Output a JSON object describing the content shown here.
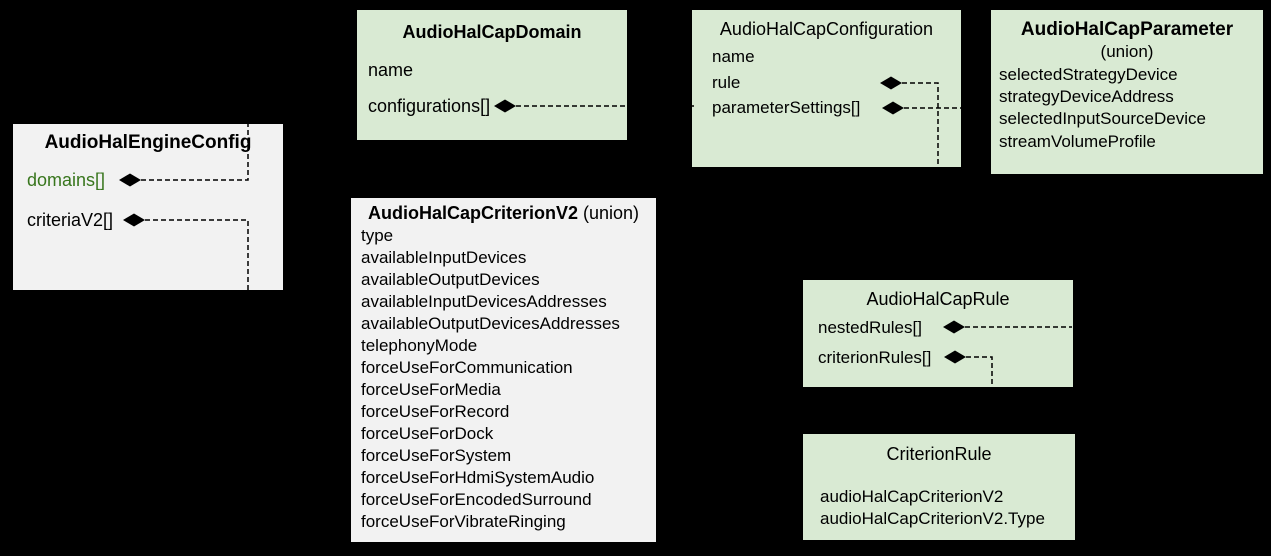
{
  "diagram": {
    "kind": "class-composition-diagram",
    "background": "#000000"
  },
  "colors": {
    "green_fill": "#d9ead3",
    "gray_fill": "#f2f2f2",
    "text": "#000000",
    "green_text": "#38761d",
    "line": "#000000"
  },
  "icons": {
    "composition_diamond": "◆"
  },
  "boxes": [
    {
      "id": "engine_config",
      "title": "AudioHalEngineConfig",
      "fields": [
        {
          "label": "domains[]",
          "diamond": true,
          "green": true
        },
        {
          "label": "criteriaV2[]",
          "diamond": true
        }
      ]
    },
    {
      "id": "cap_domain",
      "title": "AudioHalCapDomain",
      "fields": [
        {
          "label": "name"
        },
        {
          "label": "configurations[]",
          "diamond": true
        }
      ]
    },
    {
      "id": "cap_configuration",
      "title": "AudioHalCapConfiguration",
      "fields": [
        {
          "label": "name"
        },
        {
          "label": "rule",
          "diamond": true
        },
        {
          "label": "parameterSettings[]",
          "diamond": true
        }
      ]
    },
    {
      "id": "cap_parameter",
      "title": "AudioHalCapParameter",
      "subtitle": "(union)",
      "fields": [
        {
          "label": "selectedStrategyDevice"
        },
        {
          "label": "strategyDeviceAddress"
        },
        {
          "label": "selectedInputSourceDevice"
        },
        {
          "label": "streamVolumeProfile"
        }
      ]
    },
    {
      "id": "cap_criterion_v2",
      "title": "AudioHalCapCriterionV2",
      "title_suffix": " (union)",
      "fields": [
        {
          "label": "type"
        },
        {
          "label": "availableInputDevices"
        },
        {
          "label": "availableOutputDevices"
        },
        {
          "label": "availableInputDevicesAddresses"
        },
        {
          "label": "availableOutputDevicesAddresses"
        },
        {
          "label": "telephonyMode"
        },
        {
          "label": "forceUseForCommunication"
        },
        {
          "label": "forceUseForMedia"
        },
        {
          "label": "forceUseForRecord"
        },
        {
          "label": "forceUseForDock"
        },
        {
          "label": "forceUseForSystem"
        },
        {
          "label": "forceUseForHdmiSystemAudio"
        },
        {
          "label": "forceUseForEncodedSurround"
        },
        {
          "label": "forceUseForVibrateRinging"
        }
      ]
    },
    {
      "id": "cap_rule",
      "title": "AudioHalCapRule",
      "fields": [
        {
          "label": "nestedRules[]",
          "diamond": true
        },
        {
          "label": "criterionRules[]",
          "diamond": true
        }
      ]
    },
    {
      "id": "criterion_rule",
      "title": "CriterionRule",
      "fields": [
        {
          "label": "audioHalCapCriterionV2"
        },
        {
          "label": "audioHalCapCriterionV2.Type"
        }
      ]
    }
  ],
  "relationships": [
    {
      "from": "AudioHalEngineConfig.domains[]",
      "to": "AudioHalCapDomain",
      "type": "composition"
    },
    {
      "from": "AudioHalEngineConfig.criteriaV2[]",
      "to": "AudioHalCapCriterionV2",
      "type": "composition"
    },
    {
      "from": "AudioHalCapDomain.configurations[]",
      "to": "AudioHalCapConfiguration",
      "type": "composition"
    },
    {
      "from": "AudioHalCapConfiguration.rule",
      "to": "AudioHalCapRule",
      "type": "composition"
    },
    {
      "from": "AudioHalCapConfiguration.parameterSettings[]",
      "to": "AudioHalCapParameter",
      "type": "composition"
    },
    {
      "from": "AudioHalCapRule.nestedRules[]",
      "to": "AudioHalCapRule",
      "type": "composition"
    },
    {
      "from": "AudioHalCapRule.criterionRules[]",
      "to": "CriterionRule",
      "type": "composition"
    }
  ]
}
